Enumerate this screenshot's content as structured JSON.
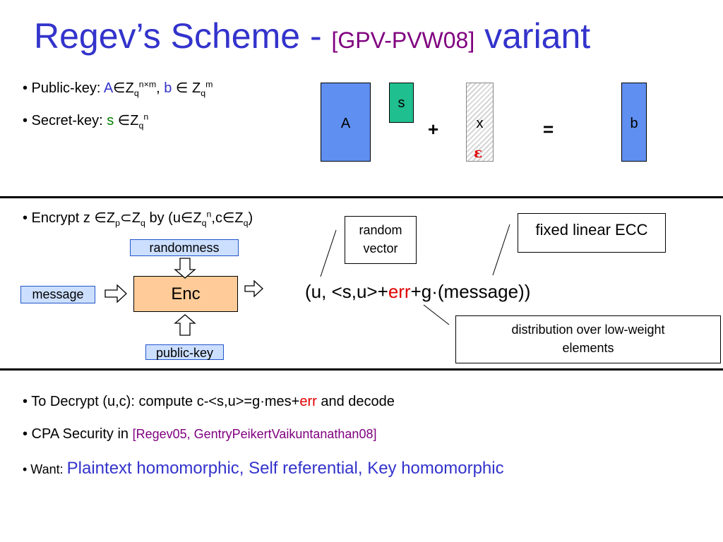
{
  "title": {
    "main": "Regev’s Scheme - ",
    "cite": "[GPV-PVW08]",
    "suffix": " variant"
  },
  "keys": {
    "public_key_label": "• Public-key: ",
    "pk_A": "A",
    "pk_in1": "∈Z",
    "pk_q1": "q",
    "pk_nxm": "n×m",
    "pk_comma": ", ",
    "pk_b": "b",
    "pk_in2": " ∈ Z",
    "pk_q2": "q",
    "pk_m": "m",
    "secret_key_label": "• Secret-key: ",
    "sk_s": "s",
    "sk_in": " ∈Z",
    "sk_q": "q",
    "sk_n": "n"
  },
  "diagram": {
    "A": "A",
    "s": "s",
    "x": "x",
    "eps": "ε",
    "b": "b",
    "plus": "+",
    "equals": "="
  },
  "encrypt": {
    "line_a": "• Encrypt z ∈Z",
    "p": "p",
    "line_b": "⊂Z",
    "q1": "q",
    "line_c": " by (u∈Z",
    "q2": "q",
    "n": "n",
    "line_d": ",c∈Z",
    "q3": "q",
    "line_e": ")",
    "randomness": "randomness",
    "message": "message",
    "enc": "Enc",
    "public_key": "public-key",
    "random_vector": "random vector",
    "fixed_ecc": "fixed linear ECC",
    "formula_a": "(u, <s,u>+",
    "formula_err": "err",
    "formula_b": "+g·(message))",
    "distribution": "distribution over low-weight elements"
  },
  "bottom": {
    "decrypt_a": "• To Decrypt (u,c): compute c-<s,u>=g·mes+",
    "decrypt_err": "err",
    "decrypt_b": " and decode",
    "cpa_a": "• CPA Security in ",
    "cpa_cite": "[Regev05, GentryPeikertVaikuntanathan08]",
    "want_a": "• Want: ",
    "want_b": "Plaintext homomorphic, Self referential, Key homomorphic"
  },
  "colors": {
    "title": "#3333cc",
    "cite": "#800080",
    "matrix": "#5f8ff0",
    "secret": "#1fbf8f",
    "enc_box": "#ffcc99",
    "label_box": "#ccdfff",
    "err": "#e00000",
    "sk": "#008000"
  }
}
